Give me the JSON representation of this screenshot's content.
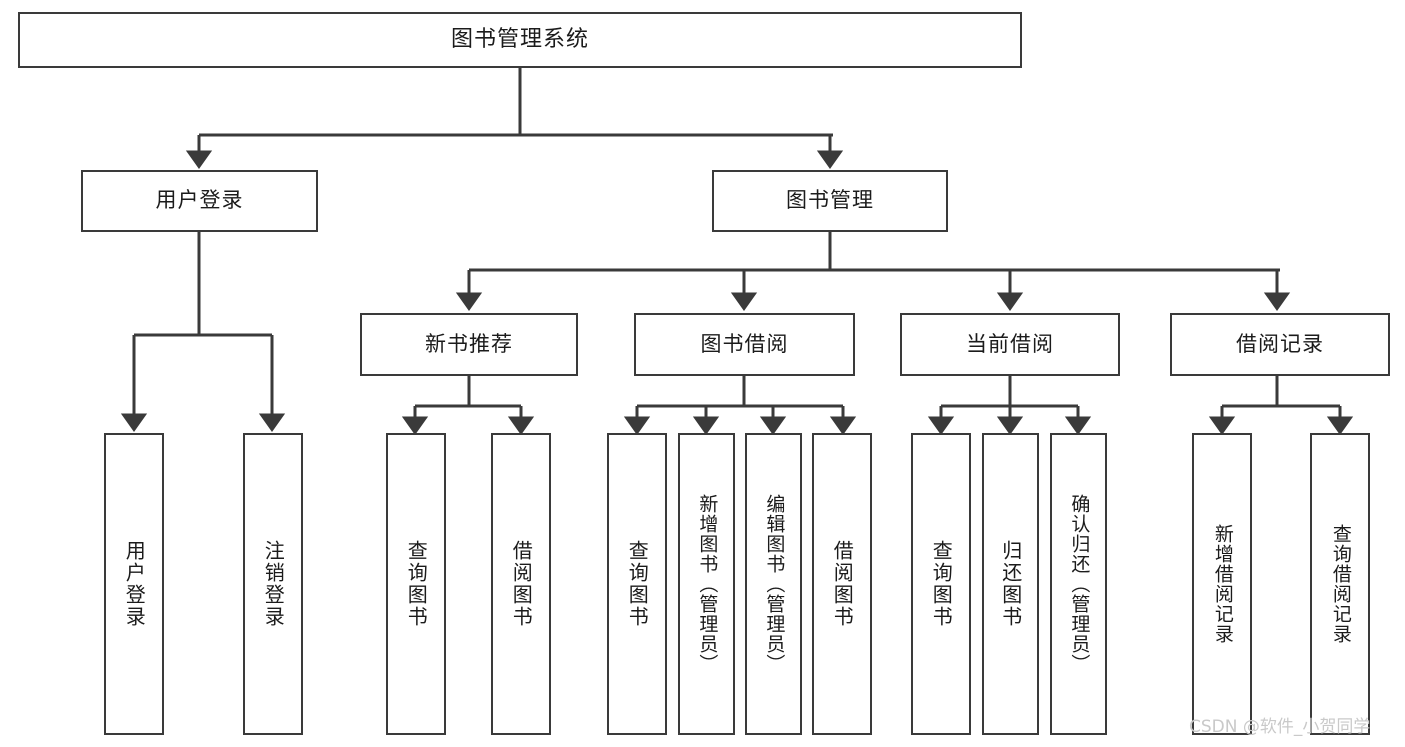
{
  "diagram": {
    "title": "图书管理系统",
    "type": "tree",
    "watermark": "CSDN @软件_小贺同学",
    "colors": {
      "box_border": "#3a3a3a",
      "box_fill": "#ffffff",
      "edge": "#3a3a3a",
      "text": "#1b1b1b",
      "watermark": "#c9c9c9",
      "background": "#ffffff"
    },
    "root": {
      "label": "图书管理系统"
    },
    "level2": [
      {
        "label": "用户登录"
      },
      {
        "label": "图书管理"
      }
    ],
    "level3": [
      {
        "label": "新书推荐"
      },
      {
        "label": "图书借阅"
      },
      {
        "label": "当前借阅"
      },
      {
        "label": "借阅记录"
      }
    ],
    "leaves": {
      "user_login": [
        {
          "label": "用户登录"
        },
        {
          "label": "注销登录"
        }
      ],
      "new_book": [
        {
          "label": "查询图书"
        },
        {
          "label": "借阅图书"
        }
      ],
      "book_borrow": [
        {
          "label": "查询图书"
        },
        {
          "label": "新增图书（管理员）"
        },
        {
          "label": "编辑图书（管理员）"
        },
        {
          "label": "借阅图书"
        }
      ],
      "current_borrow": [
        {
          "label": "查询图书"
        },
        {
          "label": "归还图书"
        },
        {
          "label": "确认归还（管理员）"
        }
      ],
      "borrow_record": [
        {
          "label": "新增借阅记录"
        },
        {
          "label": "查询借阅记录"
        }
      ]
    }
  }
}
